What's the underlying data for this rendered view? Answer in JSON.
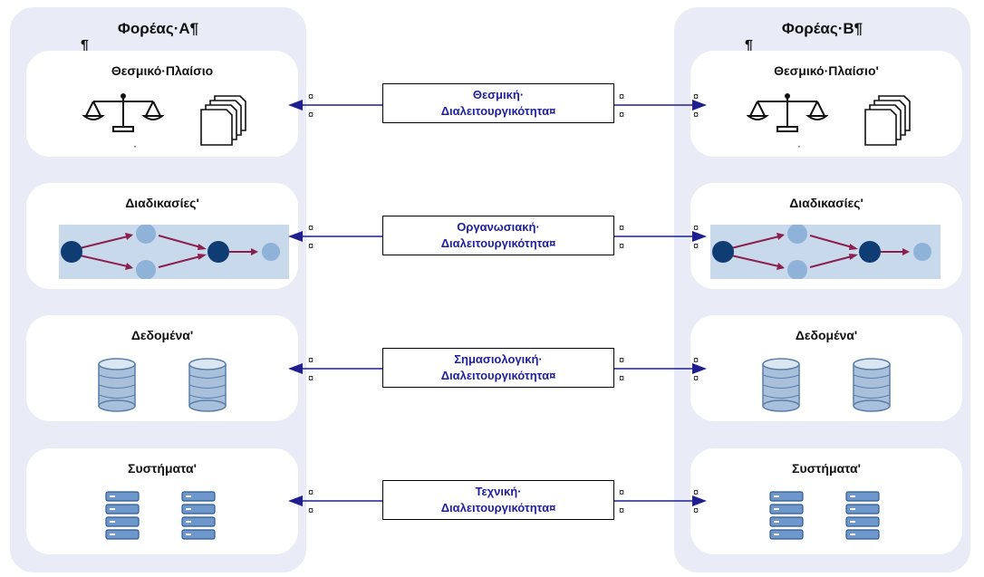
{
  "entity_a": {
    "title": "Φορέας·A¶",
    "pilcrow": "¶",
    "layers": [
      {
        "label": "Θεσμικό·Πλαίσιο",
        "dot": "·"
      },
      {
        "label": "Διαδικασίες'"
      },
      {
        "label": "Δεδομένα'"
      },
      {
        "label": "Συστήματα'"
      }
    ]
  },
  "entity_b": {
    "title": "Φορέας·B¶",
    "pilcrow": "¶",
    "layers": [
      {
        "label": "Θεσμικό·Πλαίσιο'",
        "dot": "·"
      },
      {
        "label": "Διαδικασίες'"
      },
      {
        "label": "Δεδομένα'"
      },
      {
        "label": "Συστήματα'"
      }
    ]
  },
  "interoperability": [
    {
      "line1": "Θεσμική·",
      "line2": "Διαλειτουργικότητα¤"
    },
    {
      "line1": "Οργανωσιακή·",
      "line2": "Διαλειτουργικότητα¤"
    },
    {
      "line1": "Σημασιολογική·",
      "line2": "Διαλειτουργικότητα¤"
    },
    {
      "line1": "Τεχνική·",
      "line2": "Διαλειτουργικότητα¤"
    }
  ],
  "cell_mark": "¤",
  "colors": {
    "column_bg": "#e9ecf7",
    "card_bg": "#ffffff",
    "arrow": "#1f1f8f",
    "label_blue": "#1f1f99",
    "flow_dark": "#0f3d73",
    "flow_light": "#8fb2d9",
    "flow_edge": "#8c1f4f"
  }
}
